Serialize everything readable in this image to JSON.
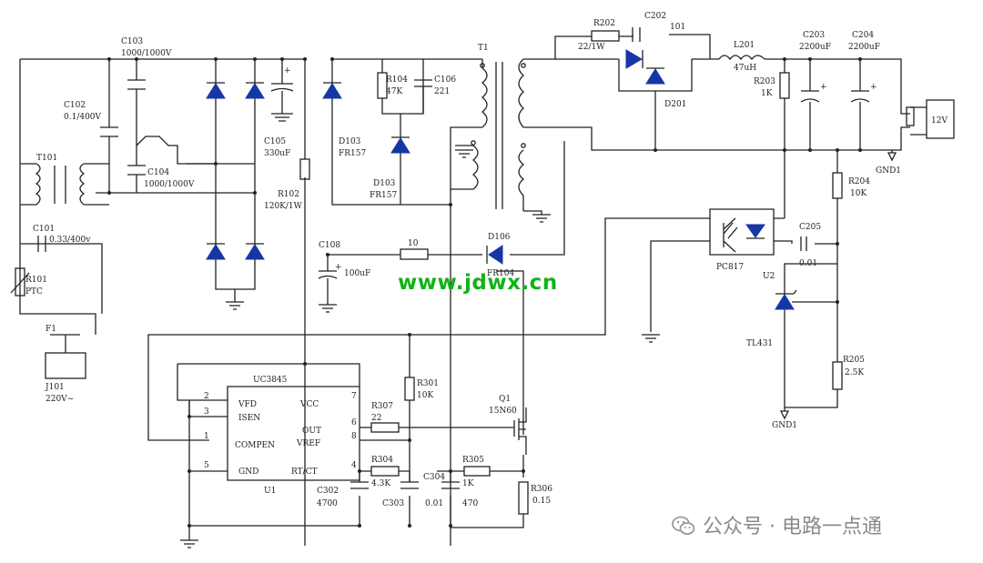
{
  "labels": {
    "c103": "C103",
    "c103v": "1000/1000V",
    "c102": "C102",
    "c102v": "0.1/400V",
    "c104": "C104",
    "c104v": "1000/1000V",
    "t101": "T101",
    "c101": "C101",
    "c101v": "0.33/400v",
    "r101": "R101",
    "r101v": "PTC",
    "f1": "F1",
    "j101": "J101",
    "j101v": "220V~",
    "c105": "C105",
    "c105v": "330uF",
    "r102": "R102",
    "r102v": "120K/1W",
    "r104": "R104",
    "r104v": "47K",
    "c106": "C106",
    "c106v": "221",
    "d103a": "D103",
    "d103av": "FR157",
    "d103b": "D103",
    "d103bv": "FR157",
    "t1": "T1",
    "c108": "C108",
    "c108v": "100uF",
    "r10": "10",
    "d106": "D106",
    "d106v": "FR104",
    "r202": "R202",
    "r202v": "22/1W",
    "c202": "C202",
    "c202v": "101",
    "d201": "D201",
    "l201": "L201",
    "l201v": "47uH",
    "r203": "R203",
    "r203v": "1K",
    "c203": "C203",
    "c203v": "2200uF",
    "c204": "C204",
    "c204v": "2200uF",
    "out": "12V",
    "gnd1a": "GND1",
    "r204": "R204",
    "r204v": "10K",
    "pc817": "PC817",
    "c205": "C205",
    "c205v": "0.01",
    "u2": "U2",
    "tl431": "TL431",
    "r205": "R205",
    "r205v": "2.5K",
    "gnd1b": "GND1",
    "uc3845": "UC3845",
    "u1": "U1",
    "vfd": "VFD",
    "isen": "ISEN",
    "compen": "COMPEN",
    "gnd": "GND",
    "vcc": "VCC",
    "outp": "OUT",
    "vref": "VREF",
    "rtct": "RT/CT",
    "p2": "2",
    "p3": "3",
    "p1": "1",
    "p5": "5",
    "p7": "7",
    "p6": "6",
    "p8": "8",
    "p4": "4",
    "r301": "R301",
    "r301v": "10K",
    "r307": "R307",
    "r307v": "22",
    "q1": "Q1",
    "q1v": "15N60",
    "r304": "R304",
    "r304v": "4.3K",
    "r305": "R305",
    "r305v": "1K",
    "c302": "C302",
    "c302v": "4700",
    "c303": "C303",
    "c304": "C304",
    "c304v": "0.01",
    "c305v": "470",
    "r306": "R306",
    "r306v": "0.15"
  },
  "watermark": "www.jdwx.cn",
  "wechat": "公众号 · 电路一点通",
  "colors": {
    "diode": "#1636a6",
    "watermark": "#12b316"
  }
}
